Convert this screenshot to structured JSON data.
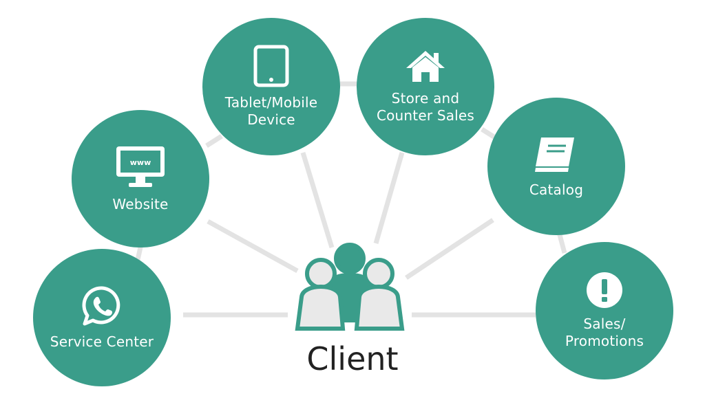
{
  "colors": {
    "circle": "#3a9d8a",
    "connector": "#e3e3e3",
    "person_fill": "#e9e9e9",
    "text_dark": "#222222"
  },
  "center": {
    "label": "Client",
    "icon": "people-group-icon"
  },
  "channels": [
    {
      "label": "Tablet/Mobile\nDevice",
      "icon": "tablet-icon"
    },
    {
      "label": "Store and\nCounter Sales",
      "icon": "house-icon"
    },
    {
      "label": "Website",
      "icon": "monitor-icon",
      "screen_text": "www"
    },
    {
      "label": "Catalog",
      "icon": "book-icon"
    },
    {
      "label": "Service Center",
      "icon": "whatsapp-icon"
    },
    {
      "label": "Sales/\nPromotions",
      "icon": "exclamation-icon"
    }
  ]
}
